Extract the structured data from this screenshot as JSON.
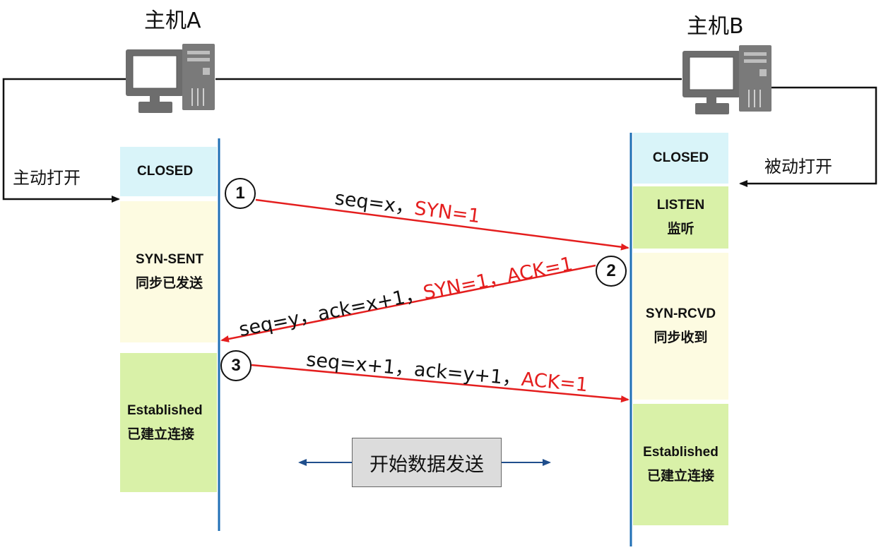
{
  "hosts": {
    "a": {
      "title": "主机A",
      "action": "主动打开",
      "icon": "computer-icon"
    },
    "b": {
      "title": "主机B",
      "action": "被动打开",
      "icon": "computer-icon"
    }
  },
  "host_a_states": [
    {
      "line1": "CLOSED",
      "line2": ""
    },
    {
      "line1": "SYN-SENT",
      "line2": "同步已发送"
    },
    {
      "line1": "Established",
      "line2": "已建立连接"
    }
  ],
  "host_b_states": [
    {
      "line1": "CLOSED",
      "line2": ""
    },
    {
      "line1": "LISTEN",
      "line2": "监听"
    },
    {
      "line1": "SYN-RCVD",
      "line2": "同步收到"
    },
    {
      "line1": "Established",
      "line2": "已建立连接"
    }
  ],
  "handshake": [
    {
      "step": "1",
      "plain": "seq=x，",
      "flags": "SYN=1"
    },
    {
      "step": "2",
      "plain": "seq=y，ack=x+1，",
      "flags": "SYN=1，ACK=1"
    },
    {
      "step": "3",
      "plain": "seq=x+1，ack=y+1，",
      "flags": "ACK=1"
    }
  ],
  "data_transfer_label": "开始数据发送",
  "colors": {
    "arrow_red": "#e41e1e",
    "timeline_blue": "#1f6fb5",
    "state_cyan": "#d9f4f9",
    "state_yellow": "#fdfbe1",
    "state_green": "#d9f1a8"
  }
}
